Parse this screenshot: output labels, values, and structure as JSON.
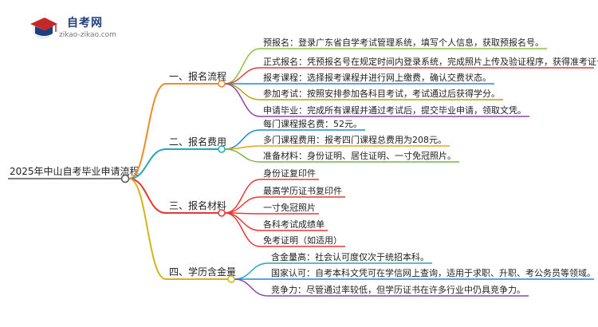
{
  "logo": {
    "title": "自考网",
    "subtitle": "zikao-zikao.com"
  },
  "root": {
    "label": "2025年中山自考毕业申请流程"
  },
  "branches": [
    {
      "label": "一、报名流程",
      "color": "#f08a2b",
      "leaves": [
        {
          "text": "预报名：登录广东省自学考试管理系统，填写个人信息，获取预报名号。",
          "color": "#8bc34a"
        },
        {
          "text": "正式报名：凭预报名号在规定时间内登录系统，完成照片上传及验证程序，获得准考证号。",
          "color": "#e53935"
        },
        {
          "text": "报考课程：选择报考课程并进行网上缴费，确认交费状态。",
          "color": "#1e88e5"
        },
        {
          "text": "参加考试：按照安排参加各科目考试，考试通过后获得学分。",
          "color": "#c0a000"
        },
        {
          "text": "申请毕业：完成所有课程并通过考试后，提交毕业申请，领取文凭。",
          "color": "#8e44ad"
        }
      ]
    },
    {
      "label": "二、报名费用",
      "color": "#26a6b8",
      "leaves": [
        {
          "text": "每门课程报名费：52元。",
          "color": "#1e88e5"
        },
        {
          "text": "多门课程费用：报考四门课程总费用为208元。",
          "color": "#f0a020"
        },
        {
          "text": "准备材料：身份证明、居住证明、一寸免冠照片。",
          "color": "#7cb342"
        }
      ]
    },
    {
      "label": "三、报名材料",
      "color": "#e53935",
      "leaves": [
        {
          "text": "身份证复印件",
          "color": "#e53935"
        },
        {
          "text": "最高学历证书复印件",
          "color": "#e53935"
        },
        {
          "text": "一寸免冠照片",
          "color": "#e53935"
        },
        {
          "text": "各科考试成绩单",
          "color": "#e53935"
        },
        {
          "text": "免考证明（如适用）",
          "color": "#e53935"
        }
      ]
    },
    {
      "label": "四、学历含金量",
      "color": "#d7b21c",
      "leaves": [
        {
          "text": "含金量高：社会认可度仅次于统招本科。",
          "color": "#26a6b8"
        },
        {
          "text": "国家认可：自考本科文凭可在学信网上查询，适用于求职、升职、考公务员等领域。",
          "color": "#1e88e5"
        },
        {
          "text": "竞争力：尽管通过率较低，但学历证书在许多行业中仍具竞争力。",
          "color": "#8e44ad"
        }
      ]
    }
  ]
}
